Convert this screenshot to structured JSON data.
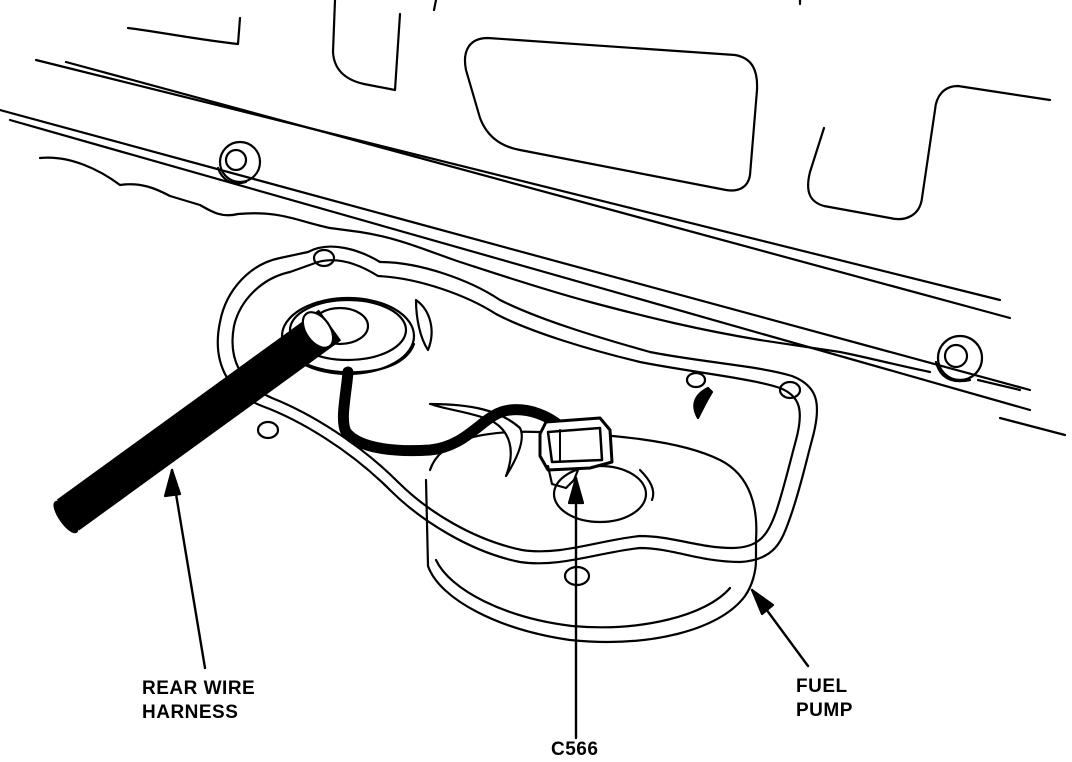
{
  "labels": {
    "rear_wire_harness": [
      "REAR WIRE",
      "HARNESS"
    ],
    "fuel_pump": [
      "FUEL",
      "PUMP"
    ],
    "connector": "C566"
  },
  "colors": {
    "line": "#000000",
    "background": "#ffffff"
  }
}
